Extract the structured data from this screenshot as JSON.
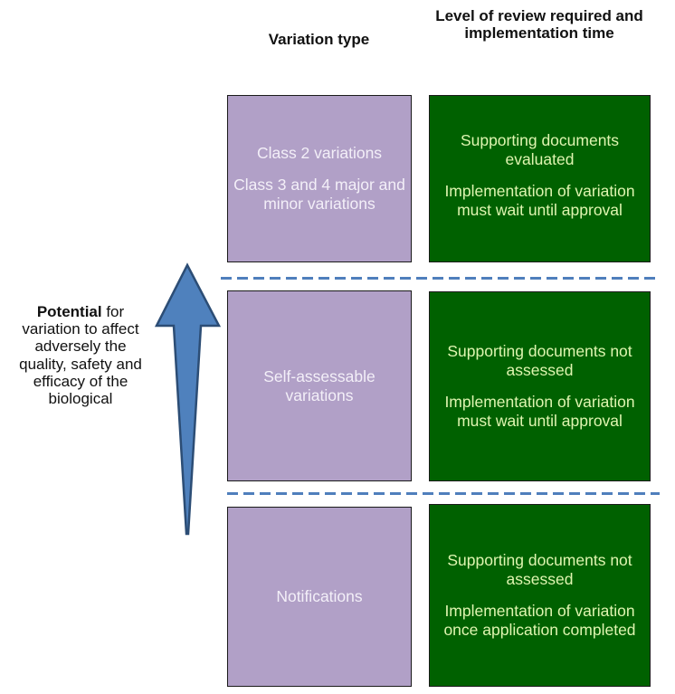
{
  "headers": {
    "variation_type": "Variation type",
    "review_level": "Level of review required and implementation time"
  },
  "axis_label": {
    "emphasis": "Potential",
    "rest": " for variation to affect adversely the quality, safety and efficacy of the biological"
  },
  "rows": [
    {
      "variation": [
        "Class 2 variations",
        "Class 3 and 4 major and minor variations"
      ],
      "review": [
        "Supporting documents evaluated",
        "Implementation of variation must wait until approval"
      ]
    },
    {
      "variation": [
        "Self-assessable variations"
      ],
      "review": [
        "Supporting documents not assessed",
        "Implementation of variation must wait until approval"
      ]
    },
    {
      "variation": [
        "Notifications"
      ],
      "review": [
        "Supporting documents not assessed",
        "Implementation of variation once application completed"
      ]
    }
  ],
  "colors": {
    "variation_fill": "#b1a0c7",
    "review_fill": "#006100",
    "arrow_fill": "#4f81bd",
    "divider": "#4f7fbc"
  },
  "icons": {
    "arrow": "up-arrow-icon"
  }
}
